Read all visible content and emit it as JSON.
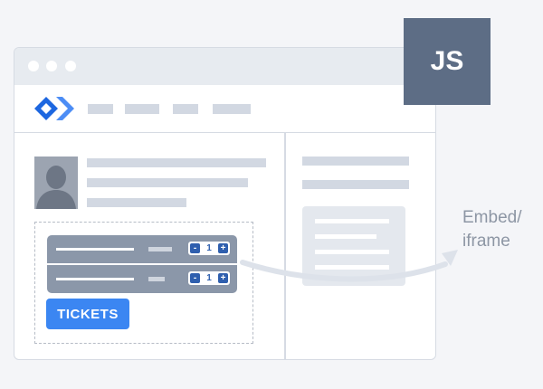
{
  "badge": {
    "label": "JS"
  },
  "widget": {
    "rows": [
      {
        "quantity": "1",
        "minus": "-",
        "plus": "+"
      },
      {
        "quantity": "1",
        "minus": "-",
        "plus": "+"
      }
    ],
    "button_label": "TICKETS"
  },
  "annotation": {
    "line1": "Embed/",
    "line2": "iframe"
  },
  "colors": {
    "accent": "#3b86f2",
    "badge": "#5d6d85",
    "panel": "#8b97a9",
    "placeholder": "#d2d8e2"
  },
  "icons": [
    "logo-chevrons-icon",
    "avatar-person-icon",
    "arrow-curve-icon"
  ]
}
